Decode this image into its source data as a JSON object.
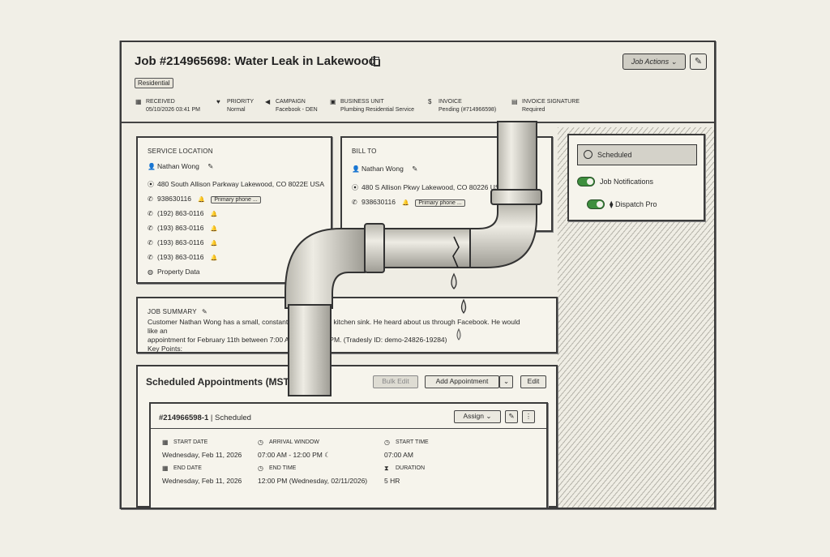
{
  "job": {
    "title": "Job #214965698: Water Leak in Lakewood",
    "badge": "Residential",
    "actions_label": "Job Actions ⌄",
    "meta": [
      {
        "label": "RECEIVED",
        "value": "05/10/2026 03:41 PM",
        "icon": "calendar-icon"
      },
      {
        "label": "PRIORITY",
        "value": "Normal",
        "icon": "heart-icon"
      },
      {
        "label": "CAMPAIGN",
        "value": "Facebook - DEN",
        "icon": "megaphone-icon"
      },
      {
        "label": "BUSINESS UNIT",
        "value": "Plumbing Residential Service",
        "icon": "briefcase-icon"
      },
      {
        "label": "INVOICE",
        "value": "Pending (#714966598)",
        "icon": "dollar-icon"
      },
      {
        "label": "INVOICE SIGNATURE",
        "value": "Required",
        "icon": "document-icon"
      }
    ]
  },
  "service_location": {
    "title": "SERVICE LOCATION",
    "name": "Nathan Wong",
    "address": "480 South Allison Parkway Lakewood, CO 8022E USA",
    "phones": [
      "938630116",
      "(192) 863-0116",
      "(193) 863-0116",
      "(193) 863-0116",
      "(193) 863-0116"
    ],
    "primary_label": "Primary phone ...",
    "property_link": "Property Data"
  },
  "bill_to": {
    "title": "BILL TO",
    "name": "Nathan Wong",
    "address": "480 S Allison Pkwy Lakewood, CO 80226 USA",
    "phone": "938630116",
    "primary_label": "Primary phone ..."
  },
  "status_panel": {
    "status": "Scheduled",
    "toggle1": "Job Notifications",
    "toggle2": "Dispatch Pro"
  },
  "summary": {
    "title": "JOB SUMMARY",
    "line1": "Customer Nathan Wong has a small, constant drip under his kitchen sink. He heard about us through Facebook. He would like an",
    "line2": "appointment for February 11th between 7:00 AM and 12:00 PM. (Tradesly ID: demo-24826-19284)",
    "line3": "Key Points:"
  },
  "appointments": {
    "title": "Scheduled Appointments (MST)",
    "bulk_edit": "Bulk Edit",
    "add": "Add Appointment",
    "edit": "Edit",
    "item": {
      "id": "#214966598-1",
      "status": "Scheduled",
      "assign": "Assign ⌄",
      "start_date_label": "START DATE",
      "start_date": "Wednesday, Feb 11, 2026",
      "arrival_label": "ARRIVAL WINDOW",
      "arrival": "07:00 AM - 12:00 PM",
      "start_time_label": "START TIME",
      "start_time": "07:00 AM",
      "end_date_label": "END DATE",
      "end_date": "Wednesday, Feb 11, 2026",
      "end_time_label": "END TIME",
      "end_time": "12:00 PM (Wednesday, 02/11/2026)",
      "duration_label": "DURATION",
      "duration": "5 HR"
    }
  }
}
